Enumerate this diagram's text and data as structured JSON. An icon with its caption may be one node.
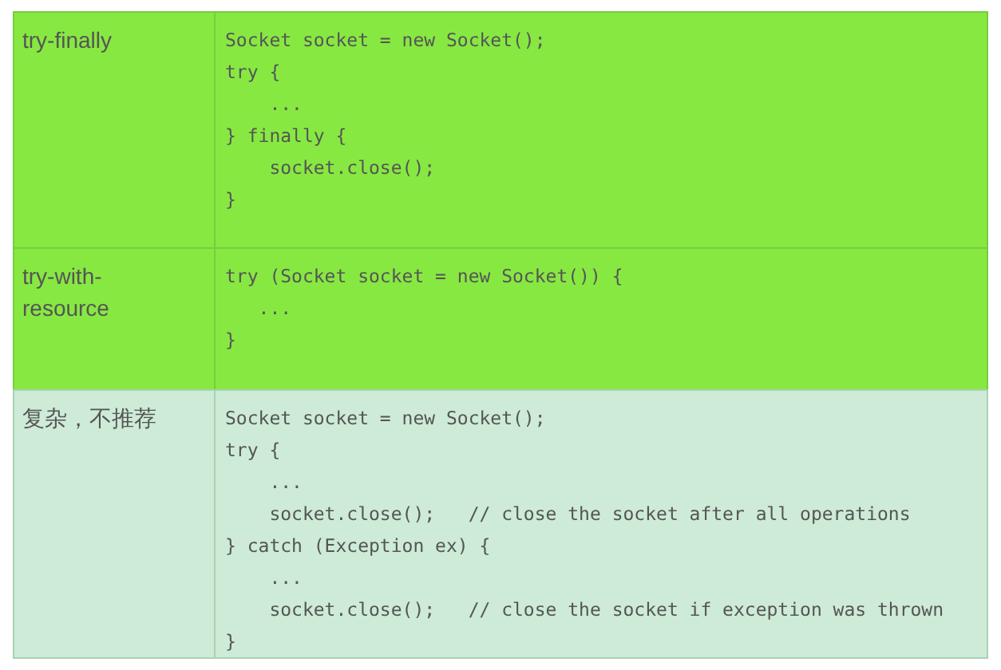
{
  "diagram": {
    "labels": [
      "try-finally",
      "Socket socket = new Socket();",
      "try {",
      "    ...",
      "} finally {",
      "    socket.close();",
      "}",
      "try-with-resource",
      "try (Socket socket = new Socket()) {",
      "   ...",
      "}",
      "复杂，不推荐",
      "Socket socket = new Socket();",
      "try {",
      "    ...",
      "    socket.close();   // close the socket after all operations",
      "} catch (Exception ex) {",
      "    ...",
      "    socket.close();   // close the socket if exception was thrown",
      "}"
    ]
  }
}
